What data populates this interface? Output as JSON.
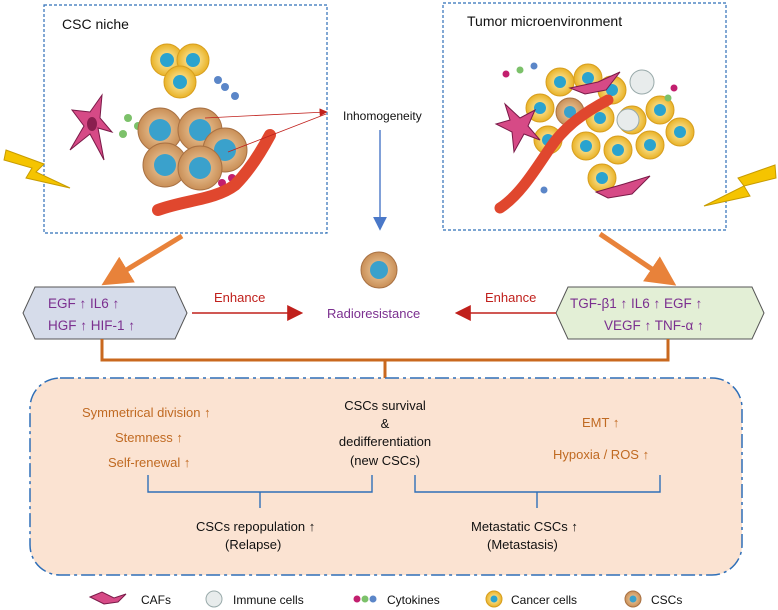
{
  "niche": {
    "title": "CSC niche"
  },
  "tme": {
    "title": "Tumor microenvironment"
  },
  "center": {
    "inhomogeneity": "Inhomogeneity",
    "radioresistance": "Radioresistance",
    "enhance_left": "Enhance",
    "enhance_right": "Enhance"
  },
  "left_factors": {
    "line1": "EGF ↑  IL6 ↑",
    "line2": "HGF ↑  HIF-1 ↑"
  },
  "right_factors": {
    "line1": "TGF-β1 ↑  IL6 ↑  EGF ↑",
    "line2": "VEGF ↑  TNF-α ↑"
  },
  "outcomes": {
    "symmetrical_division": "Symmetrical division ↑",
    "stemness": "Stemness  ↑",
    "self_renewal": "Self-renewal  ↑",
    "survival_line1": "CSCs survival",
    "survival_line2": "&",
    "survival_line3": "dedifferentiation",
    "survival_line4": "(new CSCs)",
    "emt": "EMT ↑",
    "hypoxia": "Hypoxia / ROS  ↑",
    "repopulation": "CSCs repopulation   ↑",
    "relapse": "(Relapse)",
    "metastatic": "Metastatic CSCs ↑",
    "metastasis": "(Metastasis)"
  },
  "legend": {
    "cafs": "CAFs",
    "immune": "Immune cells",
    "cytokines": "Cytokines",
    "cancer": "Cancer cells",
    "cscs": "CSCs"
  },
  "colors": {
    "orange_arrow": "#e8823a",
    "red_arrow": "#c0201c",
    "blue_arrow": "#4a78c8",
    "purple_text": "#7b2f8f",
    "orange_text": "#c06a22",
    "left_box_fill": "#d6dcea",
    "right_box_fill": "#e3efd6",
    "outcome_fill": "#fbe3d2",
    "dashed_border": "#2f6fb8"
  },
  "icons": [
    "lightning-icon",
    "caf-icon",
    "immune-cell-icon",
    "cytokine-icon",
    "cancer-cell-icon",
    "csc-icon",
    "blood-vessel-icon"
  ]
}
